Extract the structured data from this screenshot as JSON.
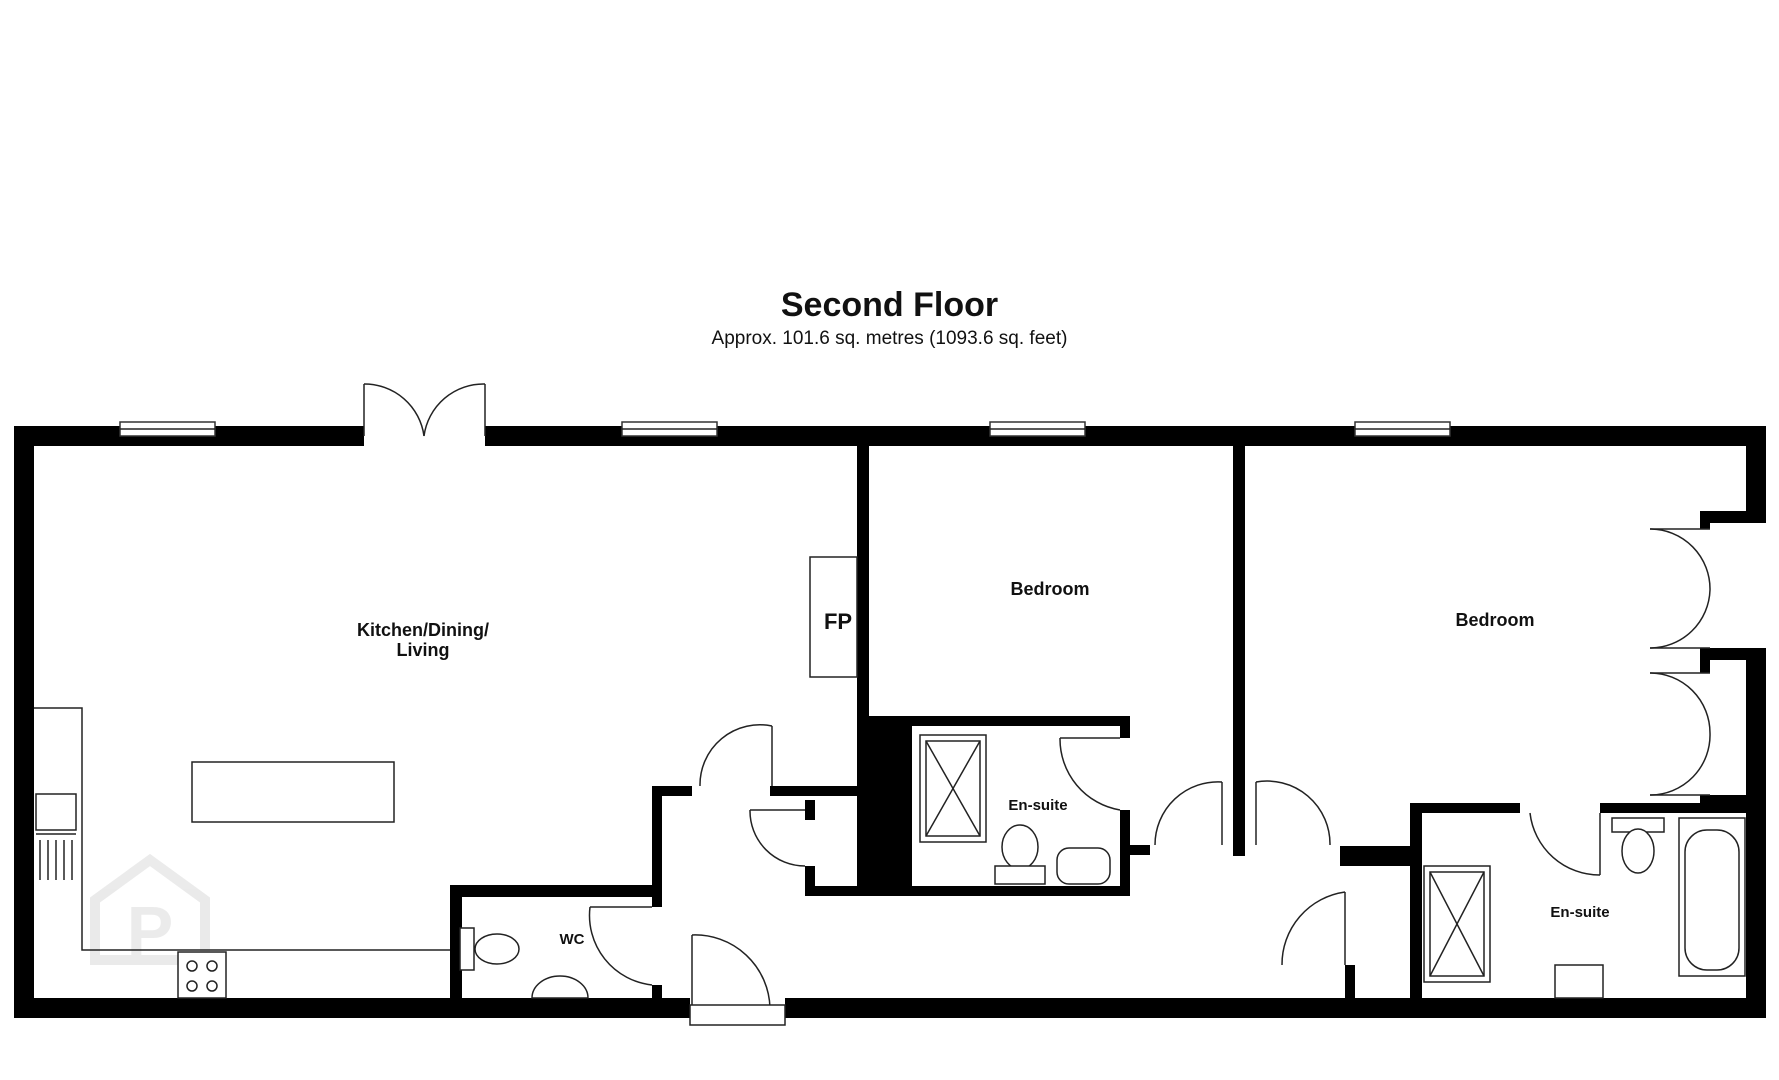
{
  "header": {
    "title": "Second Floor",
    "subtitle": "Approx. 101.6 sq. metres (1093.6 sq. feet)"
  },
  "rooms": {
    "kitchen_line1": "Kitchen/Dining/",
    "kitchen_line2": "Living",
    "bedroom_1": "Bedroom",
    "bedroom_2": "Bedroom",
    "ensuite_1": "En-suite",
    "ensuite_2": "En-suite",
    "wc": "WC",
    "fireplace": "FP"
  },
  "colors": {
    "wall": "#000000",
    "fixture_stroke": "#222222",
    "background": "#ffffff"
  },
  "icons": {
    "watermark": "property-logo-watermark"
  }
}
